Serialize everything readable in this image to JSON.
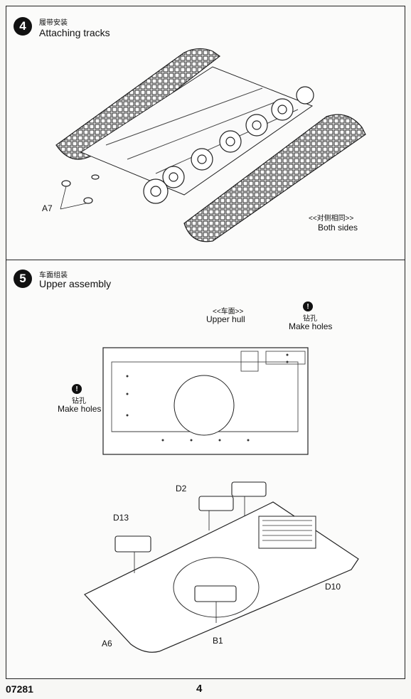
{
  "step4": {
    "number": "4",
    "title_zh": "履带安装",
    "title_en": "Attaching tracks",
    "part_label": "A7",
    "note_zh": "<<对侧相同>>",
    "note_en": "Both sides"
  },
  "step5": {
    "number": "5",
    "title_zh": "车面组装",
    "title_en": "Upper assembly",
    "hull_zh": "<<车面>>",
    "hull_en": "Upper hull",
    "make_holes_icon": "!",
    "make_holes_zh": "钻孔",
    "make_holes_en": "Make holes",
    "parts": {
      "d2": "D2",
      "d13": "D13",
      "d10": "D10",
      "a6": "A6",
      "b1": "B1"
    }
  },
  "footer": {
    "code": "07281",
    "page": "4"
  }
}
